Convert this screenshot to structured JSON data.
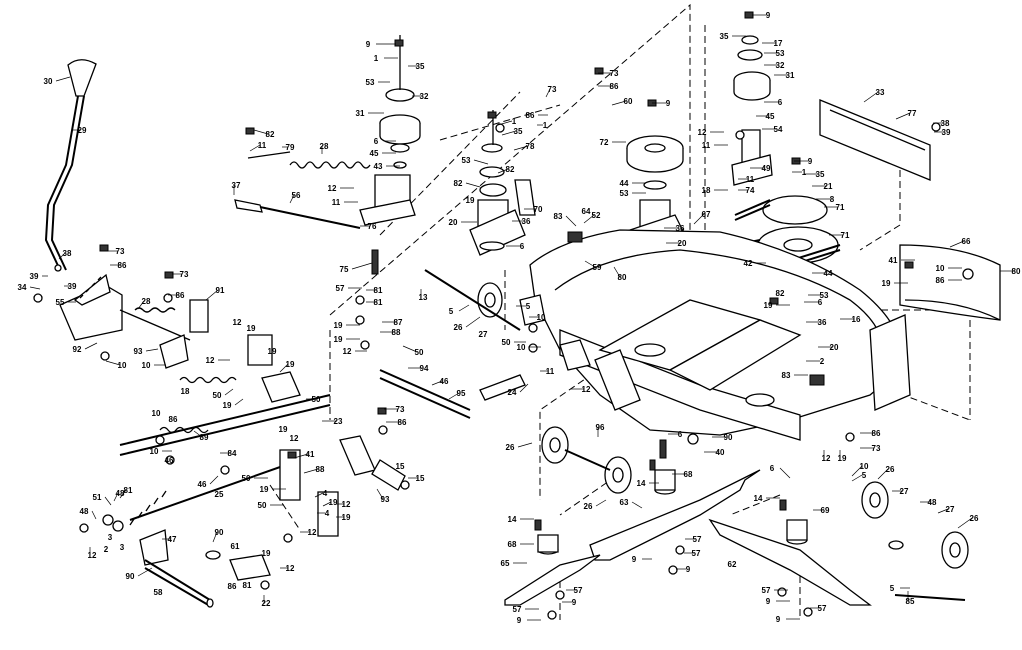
{
  "callouts": [
    {
      "id": "c-30",
      "text": "30"
    },
    {
      "id": "c-29",
      "text": "29"
    },
    {
      "id": "c-38a",
      "text": "38"
    },
    {
      "id": "c-39a",
      "text": "39"
    },
    {
      "id": "c-34",
      "text": "34"
    },
    {
      "id": "c-39b",
      "text": "39"
    },
    {
      "id": "c-55",
      "text": "55"
    },
    {
      "id": "c-73a",
      "text": "73"
    },
    {
      "id": "c-86a",
      "text": "86"
    },
    {
      "id": "c-73b",
      "text": "73"
    },
    {
      "id": "c-86b",
      "text": "86"
    },
    {
      "id": "c-28a",
      "text": "28"
    },
    {
      "id": "c-91",
      "text": "91"
    },
    {
      "id": "c-92",
      "text": "92"
    },
    {
      "id": "c-10a",
      "text": "10"
    },
    {
      "id": "c-93a",
      "text": "93"
    },
    {
      "id": "c-10b",
      "text": "10"
    },
    {
      "id": "c-12a",
      "text": "12"
    },
    {
      "id": "c-19a",
      "text": "19"
    },
    {
      "id": "c-12b",
      "text": "12"
    },
    {
      "id": "c-19b",
      "text": "19"
    },
    {
      "id": "c-18",
      "text": "18"
    },
    {
      "id": "c-50a",
      "text": "50"
    },
    {
      "id": "c-19c",
      "text": "19"
    },
    {
      "id": "c-19d",
      "text": "19"
    },
    {
      "id": "c-50b",
      "text": "50"
    },
    {
      "id": "c-10c",
      "text": "10"
    },
    {
      "id": "c-86c",
      "text": "86"
    },
    {
      "id": "c-89",
      "text": "89"
    },
    {
      "id": "c-10d",
      "text": "10"
    },
    {
      "id": "c-46a",
      "text": "46"
    },
    {
      "id": "c-84",
      "text": "84"
    },
    {
      "id": "c-46b",
      "text": "46"
    },
    {
      "id": "c-25",
      "text": "25"
    },
    {
      "id": "c-19e",
      "text": "19"
    },
    {
      "id": "c-12c",
      "text": "12"
    },
    {
      "id": "c-23",
      "text": "23"
    },
    {
      "id": "c-51",
      "text": "51"
    },
    {
      "id": "c-48a",
      "text": "48"
    },
    {
      "id": "c-81a",
      "text": "81"
    },
    {
      "id": "c-48b",
      "text": "48"
    },
    {
      "id": "c-3a",
      "text": "3"
    },
    {
      "id": "c-3b",
      "text": "3"
    },
    {
      "id": "c-47",
      "text": "47"
    },
    {
      "id": "c-2",
      "text": "2"
    },
    {
      "id": "c-12d",
      "text": "12"
    },
    {
      "id": "c-90a",
      "text": "90"
    },
    {
      "id": "c-61",
      "text": "61"
    },
    {
      "id": "c-19f",
      "text": "19"
    },
    {
      "id": "c-12e",
      "text": "12"
    },
    {
      "id": "c-90b",
      "text": "90"
    },
    {
      "id": "c-86d",
      "text": "86"
    },
    {
      "id": "c-81b",
      "text": "81"
    },
    {
      "id": "c-58",
      "text": "58"
    },
    {
      "id": "c-22",
      "text": "22"
    },
    {
      "id": "c-9a",
      "text": "9"
    },
    {
      "id": "c-1a",
      "text": "1"
    },
    {
      "id": "c-35a",
      "text": "35"
    },
    {
      "id": "c-53a",
      "text": "53"
    },
    {
      "id": "c-32a",
      "text": "32"
    },
    {
      "id": "c-31a",
      "text": "31"
    },
    {
      "id": "c-6a",
      "text": "6"
    },
    {
      "id": "c-45a",
      "text": "45"
    },
    {
      "id": "c-43",
      "text": "43"
    },
    {
      "id": "c-82a",
      "text": "82"
    },
    {
      "id": "c-11a",
      "text": "11"
    },
    {
      "id": "c-79",
      "text": "79"
    },
    {
      "id": "c-28b",
      "text": "28"
    },
    {
      "id": "c-12f",
      "text": "12"
    },
    {
      "id": "c-11b",
      "text": "11"
    },
    {
      "id": "c-37",
      "text": "37"
    },
    {
      "id": "c-56",
      "text": "56"
    },
    {
      "id": "c-76",
      "text": "76"
    },
    {
      "id": "c-75",
      "text": "75"
    },
    {
      "id": "c-57a",
      "text": "57"
    },
    {
      "id": "c-81c",
      "text": "81"
    },
    {
      "id": "c-81d",
      "text": "81"
    },
    {
      "id": "c-87",
      "text": "87"
    },
    {
      "id": "c-19g",
      "text": "19"
    },
    {
      "id": "c-88a",
      "text": "88"
    },
    {
      "id": "c-19h",
      "text": "19"
    },
    {
      "id": "c-12g",
      "text": "12"
    },
    {
      "id": "c-50c",
      "text": "50"
    },
    {
      "id": "c-94",
      "text": "94"
    },
    {
      "id": "c-46c",
      "text": "46"
    },
    {
      "id": "c-95",
      "text": "95"
    },
    {
      "id": "c-73c",
      "text": "73"
    },
    {
      "id": "c-86e",
      "text": "86"
    },
    {
      "id": "c-93b",
      "text": "93"
    },
    {
      "id": "c-15a",
      "text": "15"
    },
    {
      "id": "c-15b",
      "text": "15"
    },
    {
      "id": "c-41a",
      "text": "41"
    },
    {
      "id": "c-50d",
      "text": "50"
    },
    {
      "id": "c-19i",
      "text": "19"
    },
    {
      "id": "c-88b",
      "text": "88"
    },
    {
      "id": "c-4a",
      "text": "4"
    },
    {
      "id": "c-19j",
      "text": "19"
    },
    {
      "id": "c-50e",
      "text": "50"
    },
    {
      "id": "c-4b",
      "text": "4"
    },
    {
      "id": "c-12h",
      "text": "12"
    },
    {
      "id": "c-19k",
      "text": "19"
    },
    {
      "id": "c-12i",
      "text": "12"
    },
    {
      "id": "c-73d",
      "text": "73"
    },
    {
      "id": "c-86f",
      "text": "86"
    },
    {
      "id": "c-60",
      "text": "60"
    },
    {
      "id": "c-73e",
      "text": "73"
    },
    {
      "id": "c-86g",
      "text": "86"
    },
    {
      "id": "c-1b",
      "text": "1"
    },
    {
      "id": "c-9b",
      "text": "9"
    },
    {
      "id": "c-1c",
      "text": "1"
    },
    {
      "id": "c-35b",
      "text": "35"
    },
    {
      "id": "c-78",
      "text": "78"
    },
    {
      "id": "c-53b",
      "text": "53"
    },
    {
      "id": "c-82b",
      "text": "82"
    },
    {
      "id": "c-82c",
      "text": "82"
    },
    {
      "id": "c-19l",
      "text": "19"
    },
    {
      "id": "c-70",
      "text": "70"
    },
    {
      "id": "c-36a",
      "text": "36"
    },
    {
      "id": "c-20a",
      "text": "20"
    },
    {
      "id": "c-6b",
      "text": "6"
    },
    {
      "id": "c-83a",
      "text": "83"
    },
    {
      "id": "c-52",
      "text": "52"
    },
    {
      "id": "c-64",
      "text": "64"
    },
    {
      "id": "c-59",
      "text": "59"
    },
    {
      "id": "c-80a",
      "text": "80"
    },
    {
      "id": "c-13",
      "text": "13"
    },
    {
      "id": "c-5a",
      "text": "5"
    },
    {
      "id": "c-26a",
      "text": "26"
    },
    {
      "id": "c-27a",
      "text": "27"
    },
    {
      "id": "c-5b",
      "text": "5"
    },
    {
      "id": "c-10e",
      "text": "10"
    },
    {
      "id": "c-50f",
      "text": "50"
    },
    {
      "id": "c-10f",
      "text": "10"
    },
    {
      "id": "c-11c",
      "text": "11"
    },
    {
      "id": "c-24",
      "text": "24"
    },
    {
      "id": "c-12j",
      "text": "12"
    },
    {
      "id": "c-9c",
      "text": "9"
    },
    {
      "id": "c-35c",
      "text": "35"
    },
    {
      "id": "c-17",
      "text": "17"
    },
    {
      "id": "c-53c",
      "text": "53"
    },
    {
      "id": "c-32b",
      "text": "32"
    },
    {
      "id": "c-31b",
      "text": "31"
    },
    {
      "id": "c-6c",
      "text": "6"
    },
    {
      "id": "c-45b",
      "text": "45"
    },
    {
      "id": "c-54",
      "text": "54"
    },
    {
      "id": "c-12k",
      "text": "12"
    },
    {
      "id": "c-11d",
      "text": "11"
    },
    {
      "id": "c-49",
      "text": "49"
    },
    {
      "id": "c-11e",
      "text": "11"
    },
    {
      "id": "c-74",
      "text": "74"
    },
    {
      "id": "c-18b",
      "text": "18"
    },
    {
      "id": "c-72",
      "text": "72"
    },
    {
      "id": "c-44a",
      "text": "44"
    },
    {
      "id": "c-53d",
      "text": "53"
    },
    {
      "id": "c-36b",
      "text": "36"
    },
    {
      "id": "c-20b",
      "text": "20"
    },
    {
      "id": "c-67",
      "text": "67"
    },
    {
      "id": "c-9d",
      "text": "9"
    },
    {
      "id": "c-1d",
      "text": "1"
    },
    {
      "id": "c-35d",
      "text": "35"
    },
    {
      "id": "c-21",
      "text": "21"
    },
    {
      "id": "c-8",
      "text": "8"
    },
    {
      "id": "c-71a",
      "text": "71"
    },
    {
      "id": "c-71b",
      "text": "71"
    },
    {
      "id": "c-42",
      "text": "42"
    },
    {
      "id": "c-44b",
      "text": "44"
    },
    {
      "id": "c-82d",
      "text": "82"
    },
    {
      "id": "c-19m",
      "text": "19"
    },
    {
      "id": "c-53e",
      "text": "53"
    },
    {
      "id": "c-6d",
      "text": "6"
    },
    {
      "id": "c-36c",
      "text": "36"
    },
    {
      "id": "c-16",
      "text": "16"
    },
    {
      "id": "c-20c",
      "text": "20"
    },
    {
      "id": "c-2b",
      "text": "2"
    },
    {
      "id": "c-83b",
      "text": "83"
    },
    {
      "id": "c-33",
      "text": "33"
    },
    {
      "id": "c-77",
      "text": "77"
    },
    {
      "id": "c-38b",
      "text": "38"
    },
    {
      "id": "c-39c",
      "text": "39"
    },
    {
      "id": "c-66",
      "text": "66"
    },
    {
      "id": "c-41b",
      "text": "41"
    },
    {
      "id": "c-10g",
      "text": "10"
    },
    {
      "id": "c-86h",
      "text": "86"
    },
    {
      "id": "c-80b",
      "text": "80"
    },
    {
      "id": "c-19n",
      "text": "19"
    },
    {
      "id": "c-86i",
      "text": "86"
    },
    {
      "id": "c-12l",
      "text": "12"
    },
    {
      "id": "c-19o",
      "text": "19"
    },
    {
      "id": "c-73f",
      "text": "73"
    },
    {
      "id": "c-26b",
      "text": "26"
    },
    {
      "id": "c-96",
      "text": "96"
    },
    {
      "id": "c-6e",
      "text": "6"
    },
    {
      "id": "c-90c",
      "text": "90"
    },
    {
      "id": "c-40",
      "text": "40"
    },
    {
      "id": "c-14a",
      "text": "14"
    },
    {
      "id": "c-68a",
      "text": "68"
    },
    {
      "id": "c-26c",
      "text": "26"
    },
    {
      "id": "c-63",
      "text": "63"
    },
    {
      "id": "c-57b",
      "text": "57"
    },
    {
      "id": "c-57c",
      "text": "57"
    },
    {
      "id": "c-9e",
      "text": "9"
    },
    {
      "id": "c-9f",
      "text": "9"
    },
    {
      "id": "c-14b",
      "text": "14"
    },
    {
      "id": "c-68b",
      "text": "68"
    },
    {
      "id": "c-65",
      "text": "65"
    },
    {
      "id": "c-57d",
      "text": "57"
    },
    {
      "id": "c-9g",
      "text": "9"
    },
    {
      "id": "c-57e",
      "text": "57"
    },
    {
      "id": "c-9h",
      "text": "9"
    },
    {
      "id": "c-6f",
      "text": "6"
    },
    {
      "id": "c-14c",
      "text": "14"
    },
    {
      "id": "c-69",
      "text": "69"
    },
    {
      "id": "c-62",
      "text": "62"
    },
    {
      "id": "c-57f",
      "text": "57"
    },
    {
      "id": "c-9i",
      "text": "9"
    },
    {
      "id": "c-57g",
      "text": "57"
    },
    {
      "id": "c-9j",
      "text": "9"
    },
    {
      "id": "c-10h",
      "text": "10"
    },
    {
      "id": "c-5c",
      "text": "5"
    },
    {
      "id": "c-26d",
      "text": "26"
    },
    {
      "id": "c-27b",
      "text": "27"
    },
    {
      "id": "c-48c",
      "text": "48"
    },
    {
      "id": "c-27c",
      "text": "27"
    },
    {
      "id": "c-26e",
      "text": "26"
    },
    {
      "id": "c-5d",
      "text": "5"
    },
    {
      "id": "c-85",
      "text": "85"
    }
  ]
}
